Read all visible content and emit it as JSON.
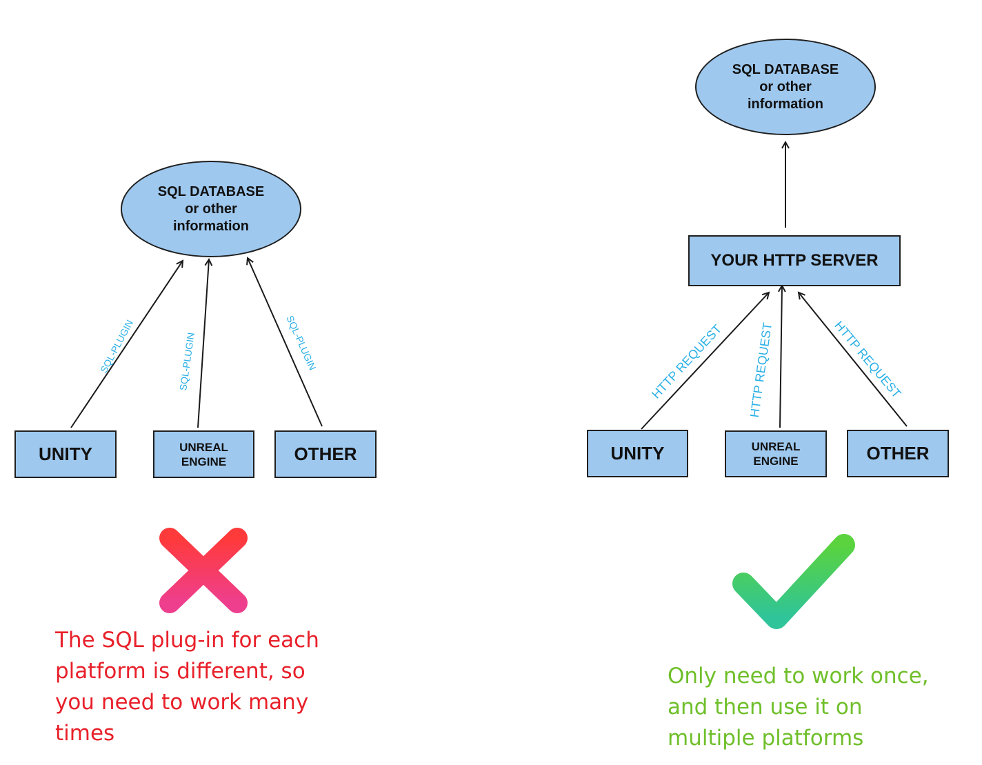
{
  "left_diagram": {
    "database": {
      "line1": "SQL DATABASE",
      "line2": "or other",
      "line3": "information"
    },
    "platforms": {
      "unity": "UNITY",
      "unreal_line1": "UNREAL",
      "unreal_line2": "ENGINE",
      "other": "OTHER"
    },
    "edge_labels": {
      "unity": "SQL-PLUGIN",
      "unreal": "SQL-PLUGIN",
      "other": "SQL-PLUGIN"
    },
    "verdict_icon": "red-cross-icon",
    "caption": "The SQL plug-in for each platform is different, so you need to work many times"
  },
  "right_diagram": {
    "database": {
      "line1": "SQL DATABASE",
      "line2": "or other",
      "line3": "information"
    },
    "server": "YOUR HTTP SERVER",
    "platforms": {
      "unity": "UNITY",
      "unreal_line1": "UNREAL",
      "unreal_line2": "ENGINE",
      "other": "OTHER"
    },
    "edge_labels": {
      "unity": "HTTP REQUEST",
      "unreal": "HTTP REQUEST",
      "other": "HTTP REQUEST"
    },
    "verdict_icon": "green-check-icon",
    "caption": "Only need to work once, and then use it on multiple platforms"
  },
  "colors": {
    "node_fill": "#9ec8ee",
    "label_blue": "#2bb0e6",
    "bad_red": "#e8202a",
    "good_green": "#6fbf2a"
  }
}
